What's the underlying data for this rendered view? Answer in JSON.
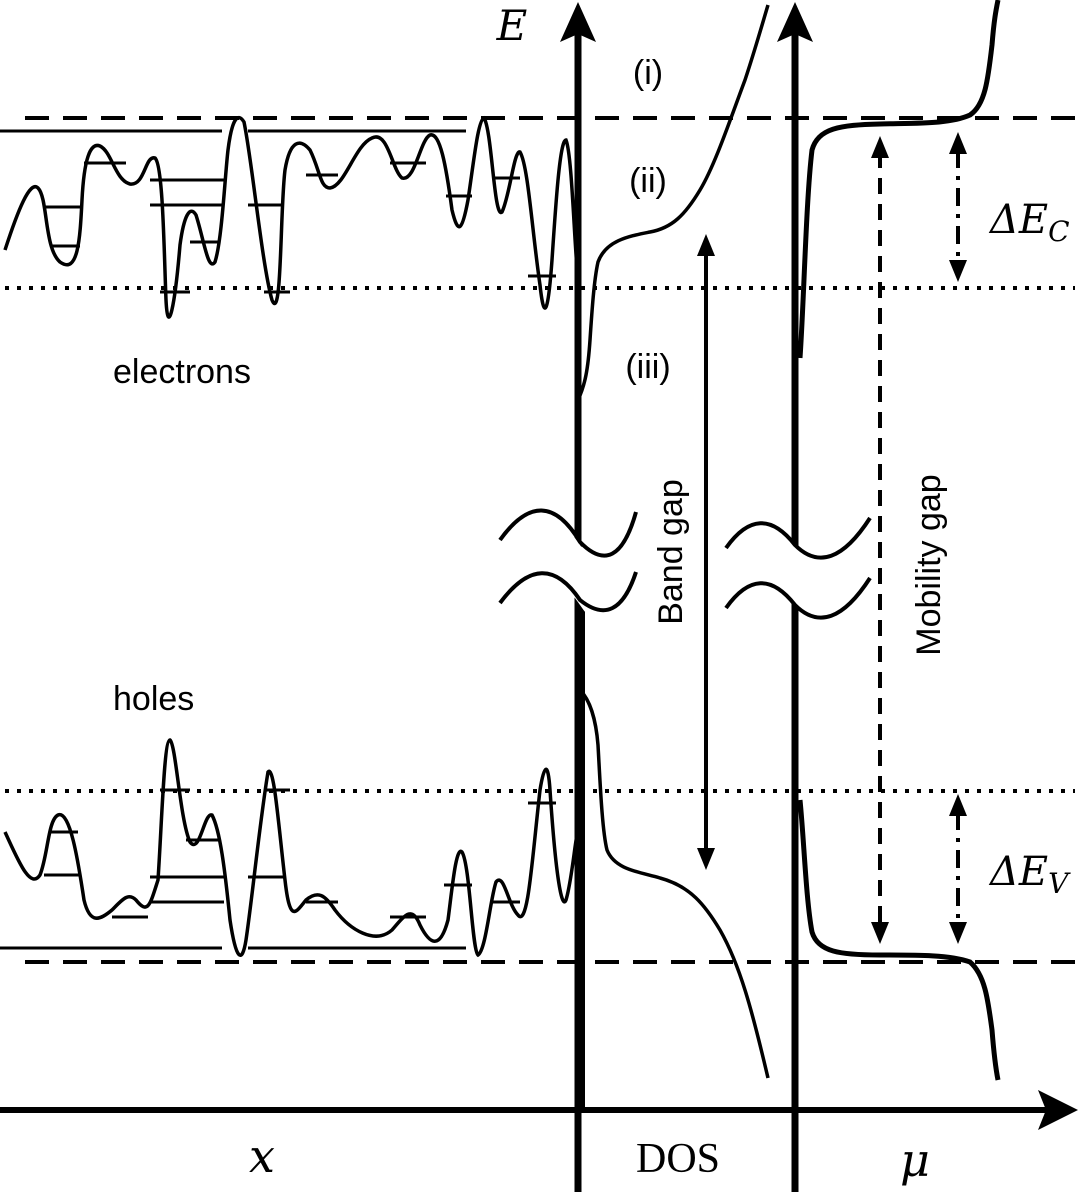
{
  "labels": {
    "axis_energy": "E",
    "axis_position": "x",
    "axis_dos": "DOS",
    "axis_mobility": "μ",
    "region_i": "(i)",
    "region_ii": "(ii)",
    "region_iii": "(iii)",
    "electrons": "electrons",
    "holes": "holes",
    "band_gap": "Band gap",
    "mobility_gap": "Mobility gap",
    "delta_ec_symbol": "ΔE",
    "delta_ec_sub": "C",
    "delta_ev_symbol": "ΔE",
    "delta_ev_sub": "V"
  },
  "colors": {
    "ink": "#000000",
    "background": "#ffffff"
  }
}
